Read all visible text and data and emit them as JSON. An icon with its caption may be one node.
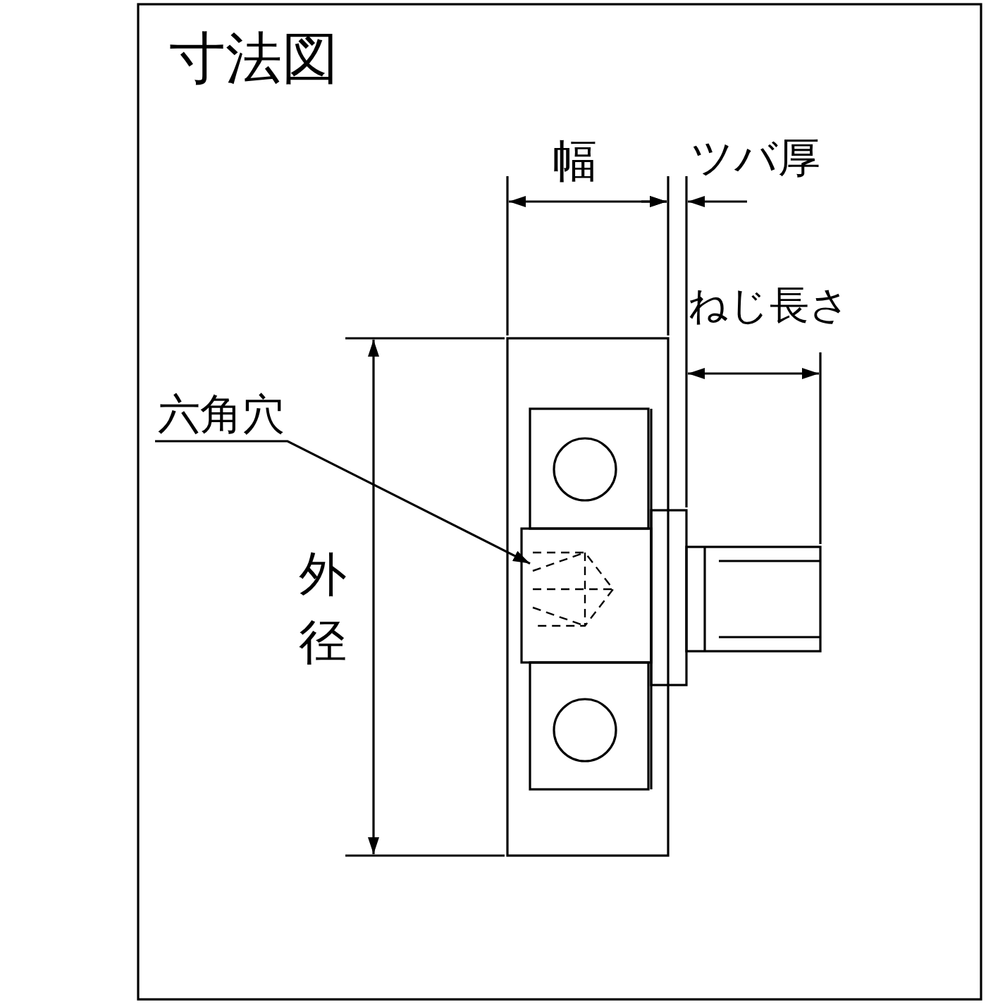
{
  "diagram": {
    "title": "寸法図",
    "nodes": [
      {
        "text": [
          "六角穴"
        ]
      },
      {
        "text": [],
        "shape": "picture"
      }
    ],
    "edges": [
      {
        "from": 0,
        "to": 1,
        "arrow": "to"
      }
    ],
    "labels": [
      "幅",
      "ツバ厚",
      "ねじ長さ",
      "外径"
    ]
  }
}
